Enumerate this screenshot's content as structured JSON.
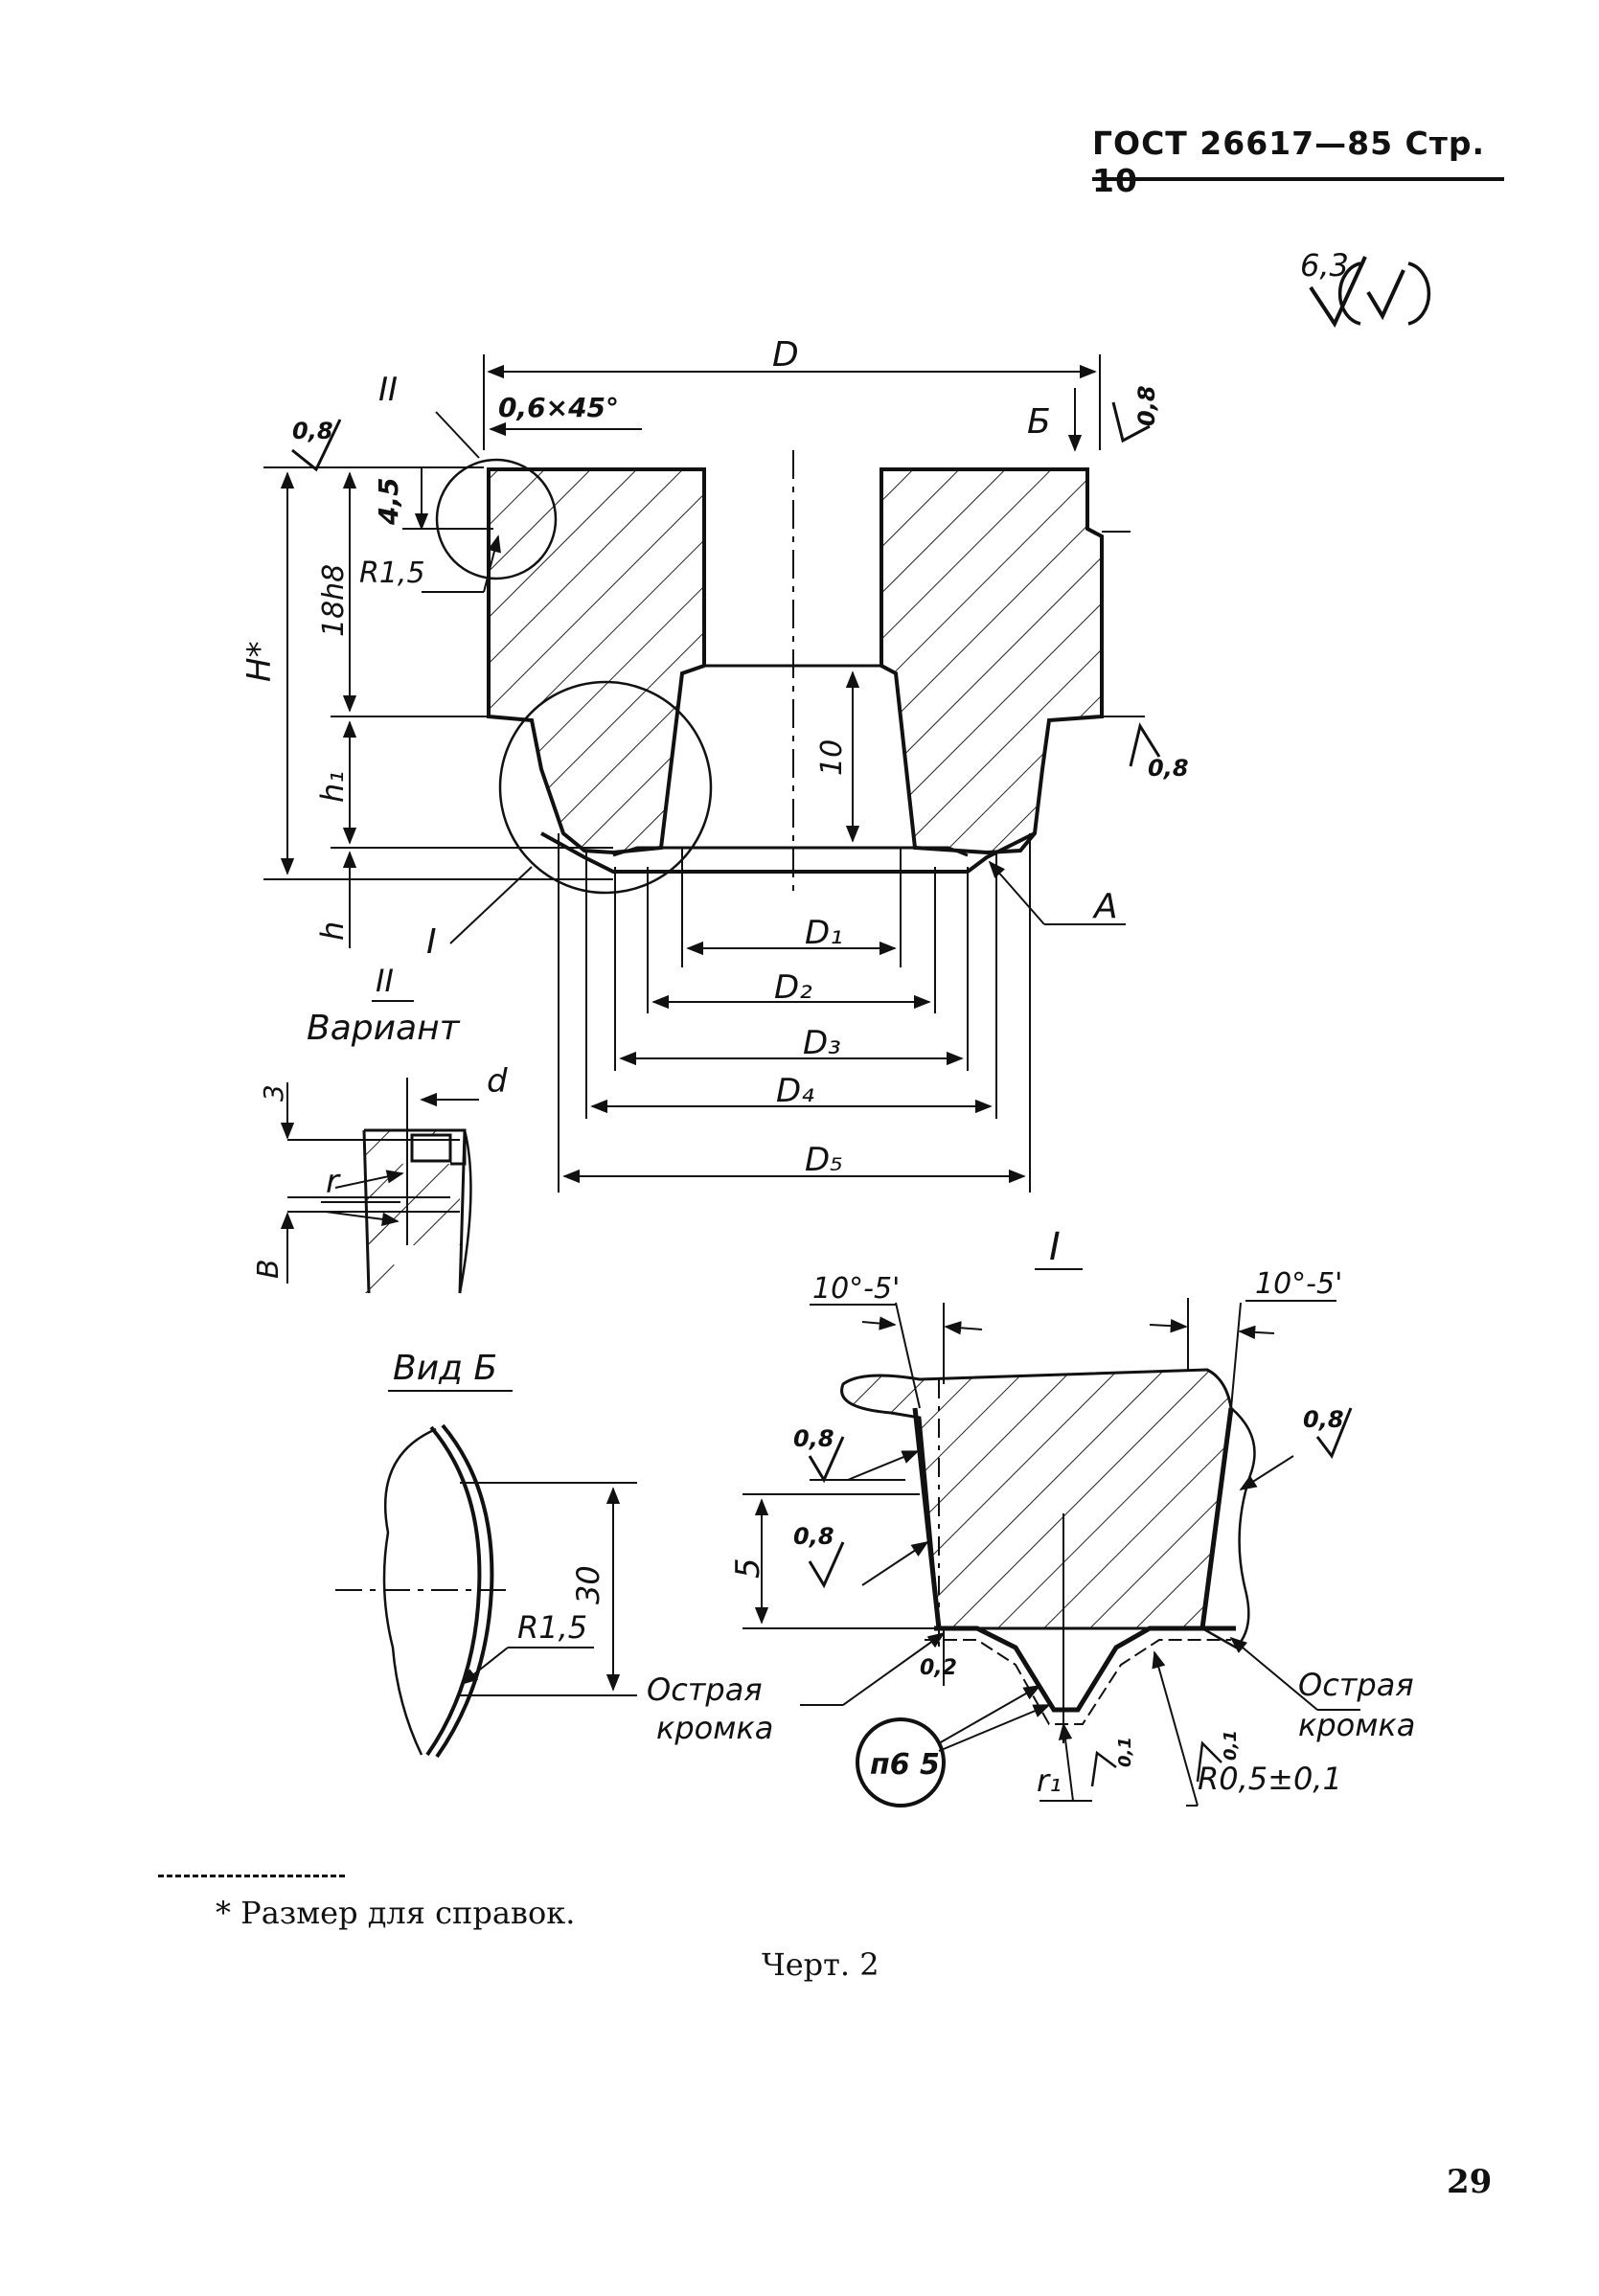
{
  "header": {
    "standard": "ГОСТ 26617—85 Стр. 10"
  },
  "roughness_main": {
    "value": "6,3"
  },
  "labels": {
    "D": "D",
    "chamfer": "0,6×45°",
    "II_top": "II",
    "B_view": "Б",
    "rough_top_left": "0,8",
    "rough_top_right": "0,8",
    "rough_right_mid": "0,8",
    "dim_4_5": "4,5",
    "R1_5_top": "R1,5",
    "dim_18h8": "18h8",
    "H_star": "H*",
    "h1": "h₁",
    "h": "h",
    "dim_10": "10",
    "A": "A",
    "I_main": "I",
    "D1": "D₁",
    "D2": "D₂",
    "D3": "D₃",
    "D4": "D₄",
    "D5": "D₅"
  },
  "variant": {
    "roman": "II",
    "title": "Вариант",
    "dim_3": "3",
    "d": "d",
    "r": "r",
    "B": "B"
  },
  "view_b": {
    "title": "Вид Б",
    "dim_30": "30",
    "R1_5": "R1,5"
  },
  "detail_I": {
    "title": "I",
    "angle_left": "10°-5'",
    "angle_right": "10°-5'",
    "rough_1": "0,8",
    "rough_2": "0,8",
    "rough_3": "0,8",
    "dim_5": "5",
    "dim_0_2": "0,2",
    "sharp_left_1": "Острая",
    "sharp_left_2": "кромка",
    "sharp_right_1": "Острая",
    "sharp_right_2": "кромка",
    "fit": "п6 5",
    "r1": "r₁",
    "tol_a": "0,1",
    "tol_b": "0,1",
    "radius": "R0,5±0,1"
  },
  "footnote": "* Размер для справок.",
  "caption": "Черт. 2",
  "page_number": "29"
}
